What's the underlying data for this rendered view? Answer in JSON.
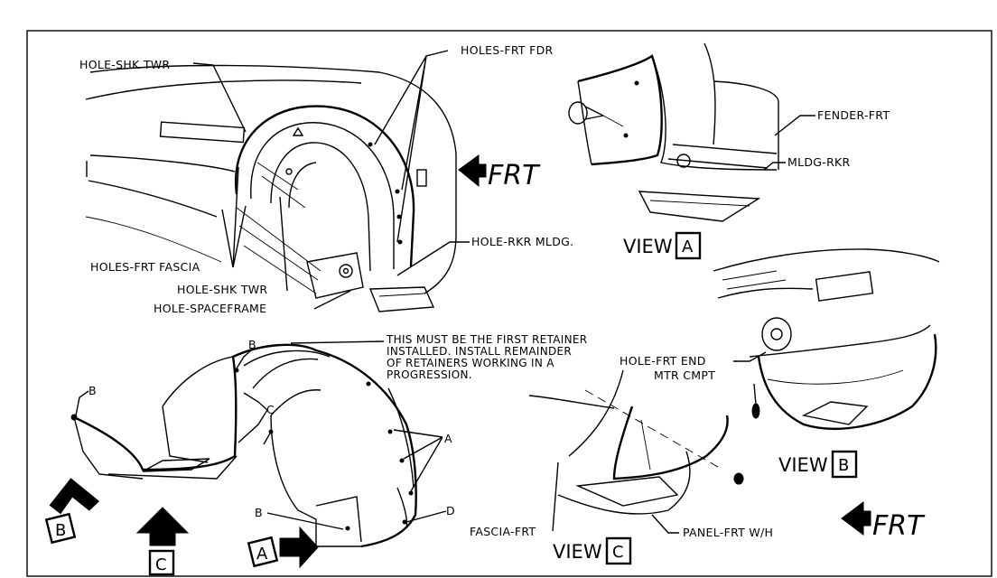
{
  "labels": {
    "hole_shk_twr_top": "HOLE-SHK TWR",
    "holes_frt_fdr": "HOLES-FRT FDR",
    "fender_frt": "FENDER-FRT",
    "mldg_rkr": "MLDG-RKR",
    "holes_frt_fascia": "HOLES-FRT FASCIA",
    "hole_rkr_mldg": "HOLE-RKR MLDG.",
    "hole_shk_twr_bottom": "HOLE-SHK TWR",
    "hole_spaceframe": "HOLE-SPACEFRAME",
    "hole_frt_end_1": "HOLE-FRT END",
    "hole_frt_end_2": "MTR CMPT",
    "fascia_frt": "FASCIA-FRT",
    "panel_frt_wh": "PANEL-FRT W/H"
  },
  "note": {
    "line1": "THIS MUST BE THE FIRST RETAINER",
    "line2": "INSTALLED. INSTALL REMAINDER",
    "line3": "OF RETAINERS WORKING IN A",
    "line4": "PROGRESSION."
  },
  "views": {
    "view_word": "VIEW",
    "a": "A",
    "b": "B",
    "c": "C"
  },
  "frt_arrows": {
    "top": "FRT",
    "bottom": "FRT"
  },
  "retainer_letters": {
    "a": "A",
    "b": "B",
    "c": "C",
    "d": "D"
  },
  "arrow_boxes": {
    "b": "B",
    "c": "C",
    "a": "A"
  }
}
